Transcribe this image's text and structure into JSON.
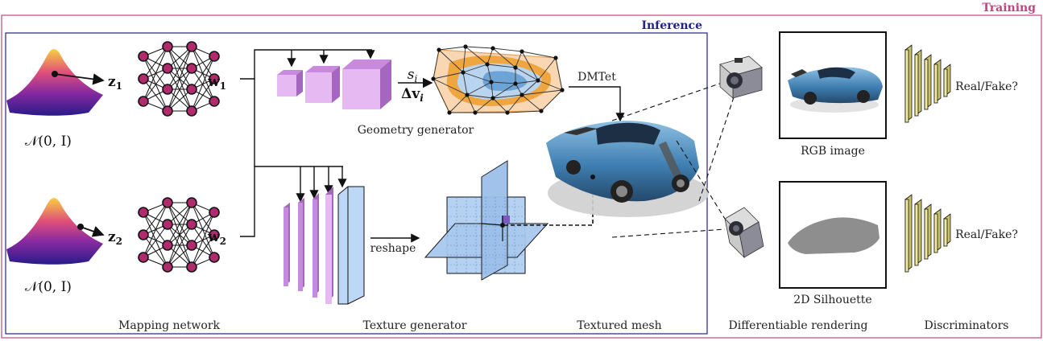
{
  "frames": {
    "training_title": "Training",
    "inference_title": "Inference"
  },
  "latents": [
    {
      "symbol": "z",
      "index": "1",
      "distribution": "𝒩(0, I)"
    },
    {
      "symbol": "z",
      "index": "2",
      "distribution": "𝒩(0, I)"
    }
  ],
  "styles": [
    {
      "symbol": "w",
      "index": "1"
    },
    {
      "symbol": "w",
      "index": "2"
    }
  ],
  "geometry": {
    "label": "Geometry generator",
    "param_top": "s",
    "param_top_index": "i",
    "param_bottom": "Δv",
    "param_bottom_index": "i",
    "dmtet": "DMTet"
  },
  "texture": {
    "label": "Texture generator",
    "reshape": "reshape"
  },
  "bottom_labels": {
    "mapping": "Mapping network",
    "texture": "Texture generator",
    "mesh": "Textured mesh",
    "rendering": "Differentiable rendering",
    "discriminators": "Discriminators"
  },
  "outputs": {
    "rgb_label": "RGB image",
    "silhouette_label": "2D Silhouette",
    "real_fake_top": "Real/Fake?",
    "real_fake_bottom": "Real/Fake?"
  },
  "colors": {
    "training_frame": "#c2457e",
    "inference_frame": "#22228a",
    "node_fill": "#b22a6e",
    "cube_fill": "#e7b9f3",
    "plane_fill": "#aecff5",
    "disc_fill": "#f0eaa0",
    "car_blue": "#4a86b5"
  }
}
